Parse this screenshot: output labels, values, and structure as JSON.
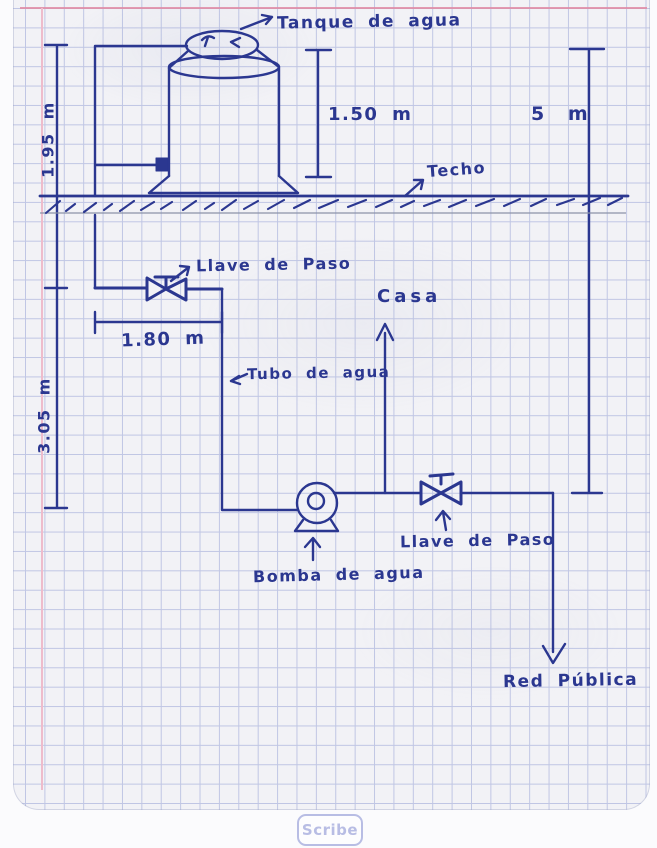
{
  "colors": {
    "ink": "#2b3790",
    "grid_line": "#c0c6e4",
    "paper": "#f2f2f6",
    "page_bg": "#fbfbfd",
    "margin_line": "#e08ba4",
    "margin_line_vertical": "#eebccb",
    "pencil": "#8b93a8",
    "watermark": "#b8bde4"
  },
  "diagram": {
    "tank_label": "Tanque de agua",
    "roof_label": "Techo",
    "house_label": "Casa",
    "pipe_label": "Tubo de agua",
    "pump_label": "Bomba de agua",
    "valve_top_label": "Llave de Paso",
    "valve_bottom_label": "Llave de Paso",
    "public_network_label": "Red Pública",
    "dimensions": {
      "tank_height": "1.50 m",
      "tank_above_roof": "1.95 m",
      "valve_to_pump": "3.05 m",
      "horizontal_run": "1.80 m",
      "total_right": "5 m"
    }
  },
  "watermark": {
    "label": "Scribe"
  }
}
